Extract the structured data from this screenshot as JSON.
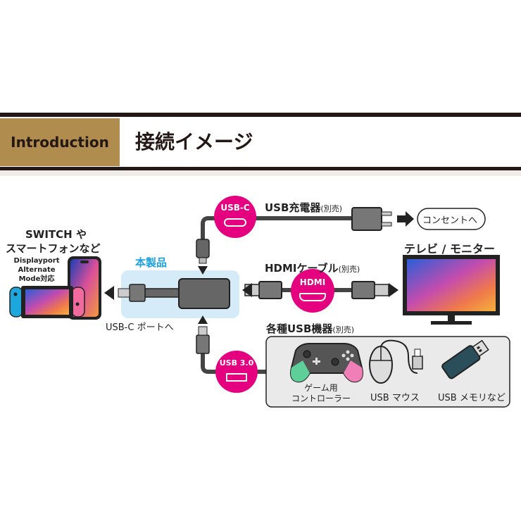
{
  "header": {
    "badge": "Introduction",
    "title": "接続イメージ"
  },
  "usb_c_badge": "USB-C",
  "usb_charger": {
    "label": "USB充電器",
    "note": "(別売)"
  },
  "outlet": "コンセントへ",
  "tv": {
    "label": "テレビ / モニター"
  },
  "hdmi_cable": {
    "label": "HDMIケーブル",
    "note": "(別売)"
  },
  "hdmi_badge": "HDMI",
  "product": {
    "label": "本製品"
  },
  "switch": {
    "line1": "SWITCH や",
    "line2": "スマートフォンなど",
    "dp1": "Displayport",
    "dp2": "Alternate",
    "dp3": "Mode対応"
  },
  "usb_c_port": "USB-C ポートへ",
  "usb_devices": {
    "label": "各種USB機器",
    "note": "(別売)"
  },
  "usb3_badge": "USB 3.0",
  "devices": [
    {
      "line1": "ゲーム用",
      "line2": "コントローラー"
    },
    {
      "line1": "USB マウス"
    },
    {
      "line1": "USB メモリなど"
    }
  ],
  "colors": {
    "accent": "#e5007f",
    "gold": "#b08d4e",
    "product_bg": "#d5ecf8",
    "blue_label": "#1ba1e2"
  }
}
